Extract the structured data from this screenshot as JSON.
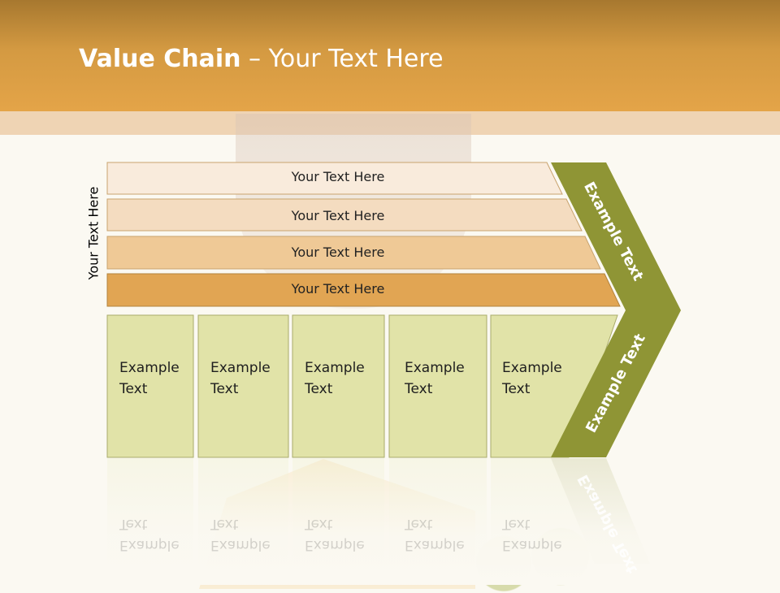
{
  "header": {
    "title_bold": "Value Chain",
    "title_rest": " – Your Text Here"
  },
  "side_label": "Your Text Here",
  "bars": [
    {
      "label": "Your Text Here",
      "color": "#f9ebdc"
    },
    {
      "label": "Your Text Here",
      "color": "#f4dcc0"
    },
    {
      "label": "Your Text Here",
      "color": "#efc996"
    },
    {
      "label": "Your Text Here",
      "color": "#e1a553"
    }
  ],
  "cells": [
    {
      "line1": "Example",
      "line2": "Text"
    },
    {
      "line1": "Example",
      "line2": "Text"
    },
    {
      "line1": "Example",
      "line2": "Text"
    },
    {
      "line1": "Example",
      "line2": "Text"
    },
    {
      "line1": "Example",
      "line2": "Text"
    }
  ],
  "chevron": {
    "upper_label": "Example Text",
    "lower_label": "Example Text",
    "color": "#8f9535"
  },
  "cell_color": "#e1e3a8"
}
